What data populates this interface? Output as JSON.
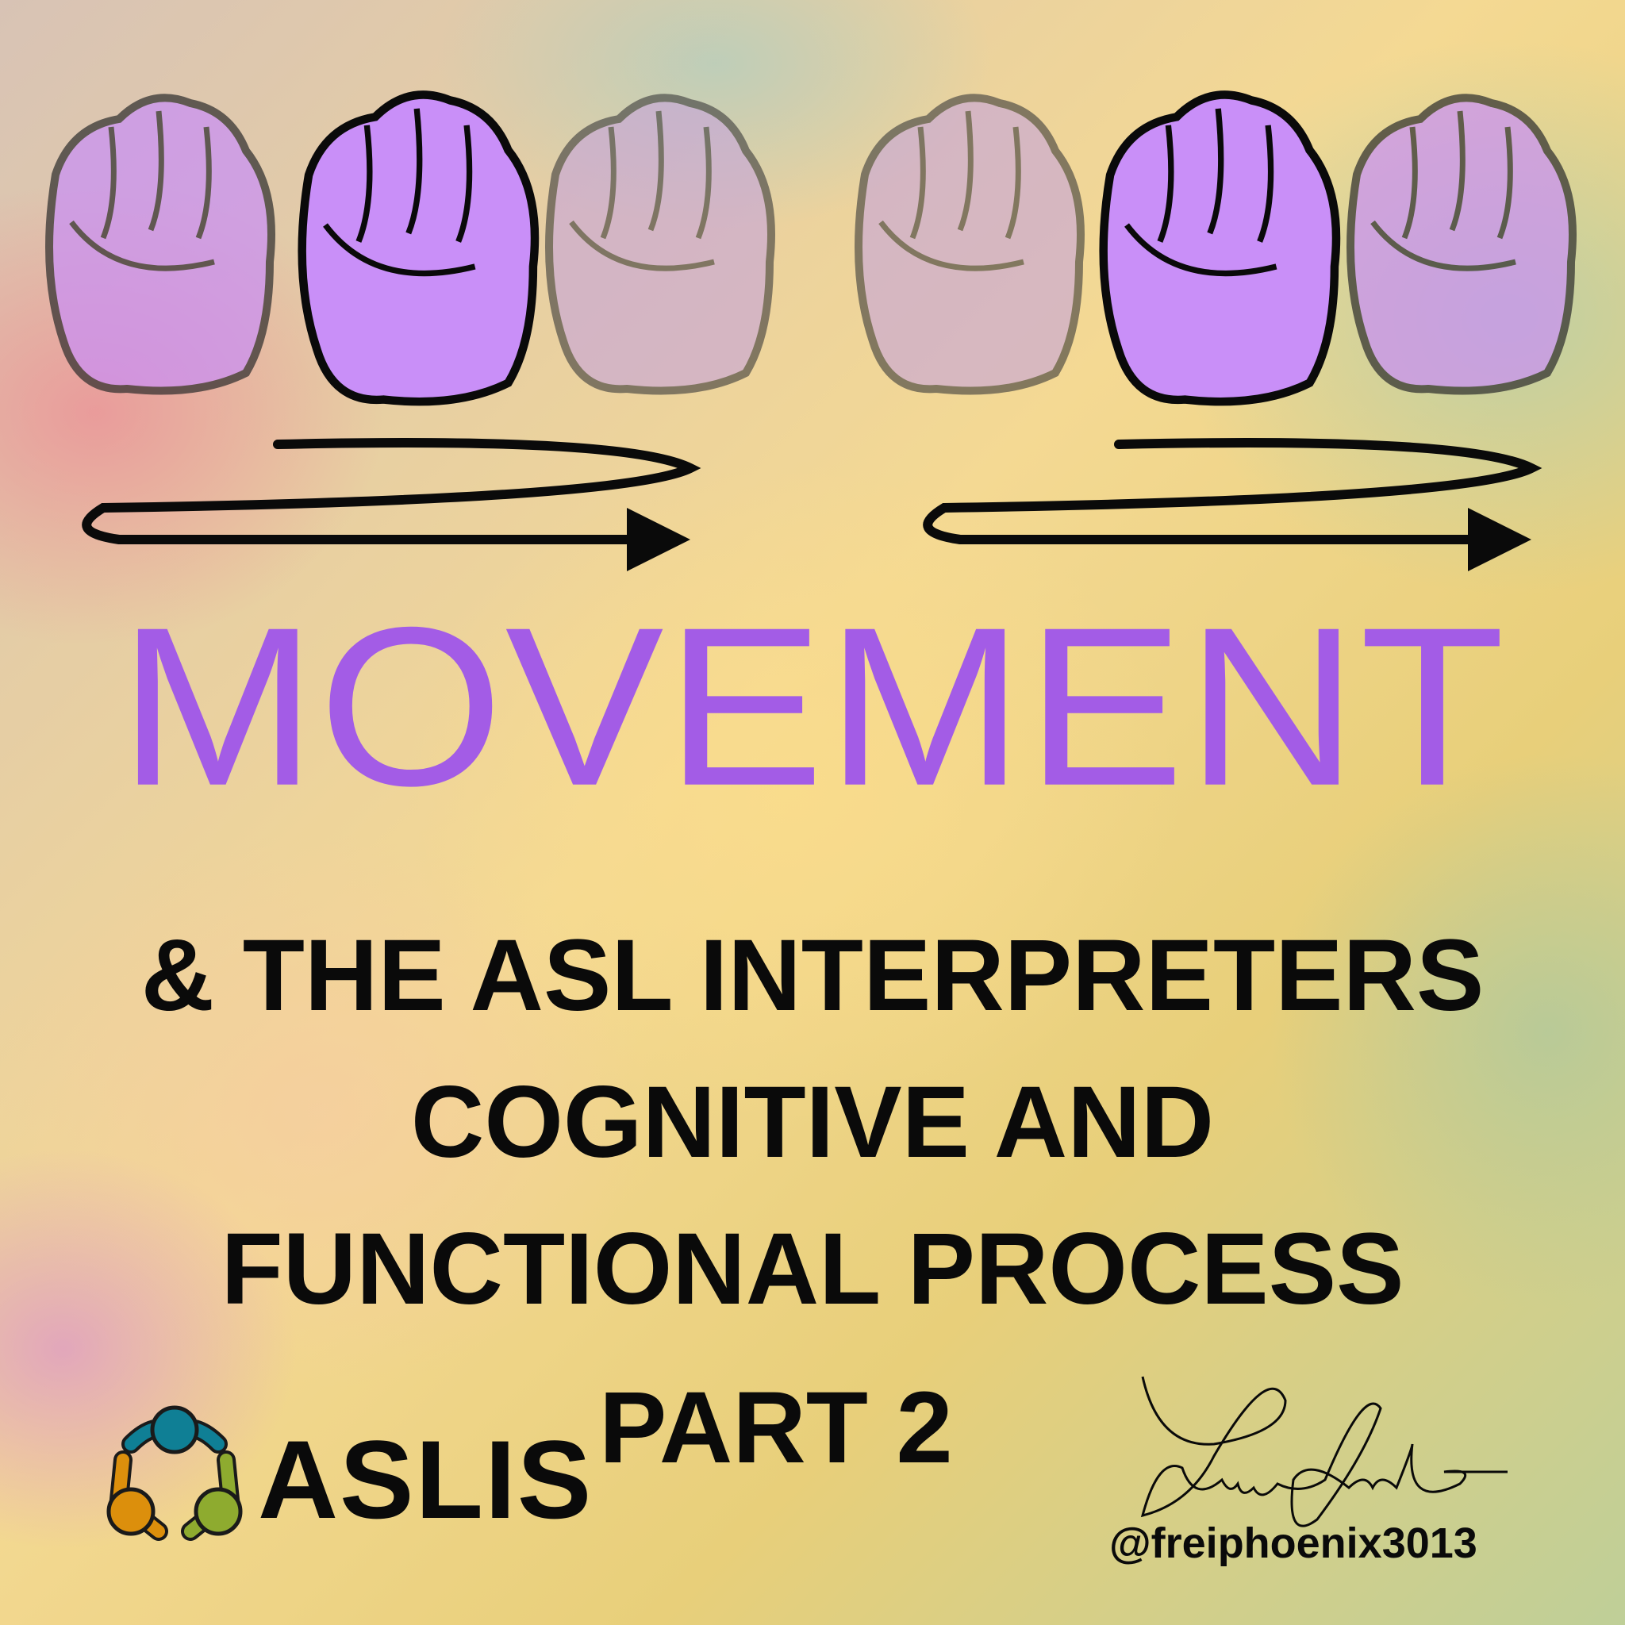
{
  "poster": {
    "headline": "MOVEMENT",
    "subtitle_lines": [
      "& THE ASL INTERPRETERS",
      "COGNITIVE AND",
      "FUNCTIONAL PROCESS"
    ],
    "part_label": "PART 2",
    "logo": {
      "text": "ASLIS",
      "icon": "three-people-circle-logo-icon",
      "colors": [
        "#0f7f95",
        "#dc8f0c",
        "#8eab2f"
      ]
    },
    "credit": {
      "signature_icon": "handwritten-signature-icon",
      "handle": "@freiphoenix3013"
    },
    "illustration": {
      "left_group": {
        "fists": 3,
        "highlighted": "middle",
        "arrow": "circular-arrow-right"
      },
      "right_group": {
        "fists": 3,
        "highlighted": "middle",
        "arrow": "circular-arrow-right"
      }
    },
    "colors": {
      "headline": "#a35ce6",
      "fist_fill": "#c98ff8",
      "fist_faded_fill": "#c6a4dc",
      "text": "#0a0a0a"
    }
  }
}
